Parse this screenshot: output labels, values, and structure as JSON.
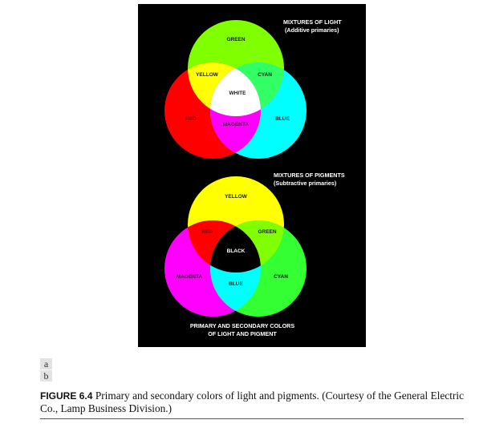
{
  "figure": {
    "light": {
      "title_line1": "MIXTURES OF LIGHT",
      "title_line2": "(Additive primaries)",
      "circles": [
        {
          "name": "GREEN",
          "color": "#7fff00"
        },
        {
          "name": "RED",
          "color": "#ff0000"
        },
        {
          "name": "BLUE",
          "color": "#00ffff"
        }
      ],
      "overlaps": {
        "green_red": {
          "label": "YELLOW",
          "color": "#ffff00"
        },
        "green_blue": {
          "label": "CYAN",
          "color": "#32ff64"
        },
        "red_blue": {
          "label": "MAGENTA",
          "color": "#ff00ff"
        },
        "all": {
          "label": "WHITE",
          "color": "#ffffff"
        }
      }
    },
    "pigment": {
      "title_line1": "MIXTURES OF PIGMENTS",
      "title_line2": "(Subtractive primaries)",
      "circles": [
        {
          "name": "YELLOW",
          "color": "#ffff00"
        },
        {
          "name": "MAGENTA",
          "color": "#ff00ff"
        },
        {
          "name": "CYAN",
          "color": "#33ff33"
        }
      ],
      "overlaps": {
        "yellow_magenta": {
          "label": "RED",
          "color": "#ff0000"
        },
        "yellow_cyan": {
          "label": "GREEN",
          "color": "#80ff00"
        },
        "magenta_cyan": {
          "label": "BLUE",
          "color": "#00ffff"
        },
        "all": {
          "label": "BLACK",
          "color": "#000000"
        }
      }
    },
    "footer_line1": "PRIMARY AND SECONDARY COLORS",
    "footer_line2": "OF LIGHT AND PIGMENT"
  },
  "panel_tags": [
    "a",
    "b"
  ],
  "caption": {
    "label": "FIGURE 6.4",
    "text": "Primary and secondary colors of light and pigments. (Courtesy of the General Electric Co., Lamp Business Division.)"
  }
}
